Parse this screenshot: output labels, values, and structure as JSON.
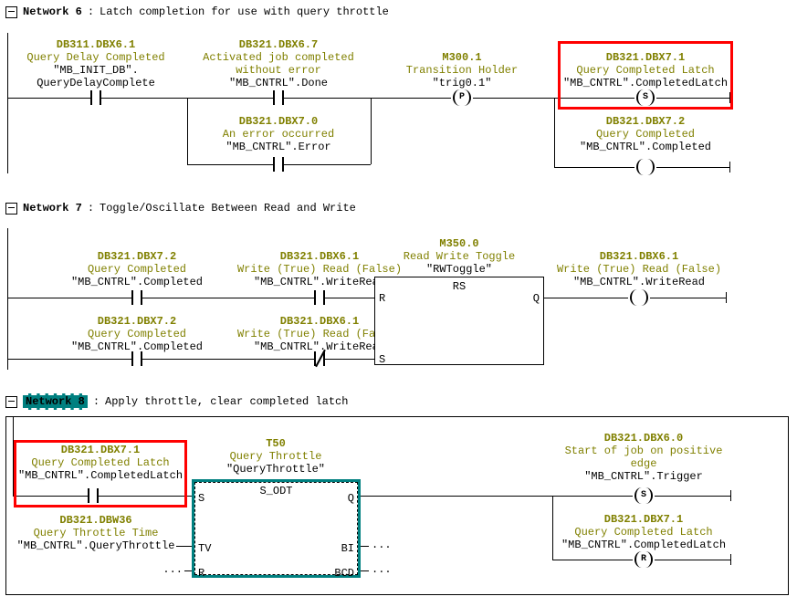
{
  "ui": {
    "colon": ":",
    "dots": "..."
  },
  "colors": {
    "operand": "#808000",
    "selection": "#008080",
    "highlight": "#ff0000",
    "wire": "#000000"
  },
  "networks": {
    "n6": {
      "number": "Network 6",
      "title": "Latch completion for use with query throttle",
      "c1": {
        "addr": "DB311.DBX6.1",
        "cmt1": "Query Delay Completed",
        "sym1": "\"MB_INIT_DB\".",
        "sym2": "QueryDelayComplete"
      },
      "c2": {
        "addr": "DB321.DBX6.7",
        "cmt1": "Activated job completed",
        "cmt2": "without error",
        "sym1": "\"MB_CNTRL\".Done"
      },
      "c3": {
        "addr": "DB321.DBX7.0",
        "cmt1": "An error occurred",
        "sym1": "\"MB_CNTRL\".Error"
      },
      "p": {
        "addr": "M300.1",
        "cmt1": "Transition Holder",
        "sym1": "\"trig0.1\"",
        "letter": "P"
      },
      "s": {
        "addr": "DB321.DBX7.1",
        "cmt1": "Query Completed Latch",
        "sym1": "\"MB_CNTRL\".CompletedLatch",
        "letter": "S"
      },
      "out": {
        "addr": "DB321.DBX7.2",
        "cmt1": "Query Completed",
        "sym1": "\"MB_CNTRL\".Completed",
        "letter": ""
      }
    },
    "n7": {
      "number": "Network 7",
      "title": "Toggle/Oscillate Between Read and Write",
      "r1c1": {
        "addr": "DB321.DBX7.2",
        "cmt1": "Query Completed",
        "sym1": "\"MB_CNTRL\".Completed"
      },
      "r1c2": {
        "addr": "DB321.DBX6.1",
        "cmt1": "Write (True) Read (False)",
        "sym1": "\"MB_CNTRL\".WriteRead"
      },
      "r2c1": {
        "addr": "DB321.DBX7.2",
        "cmt1": "Query Completed",
        "sym1": "\"MB_CNTRL\".Completed"
      },
      "r2c2": {
        "addr": "DB321.DBX6.1",
        "cmt1": "Write (True) Read (False)",
        "sym1": "\"MB_CNTRL\".WriteRead"
      },
      "block": {
        "addr": "M350.0",
        "cmt1": "Read Write Toggle",
        "sym1": "\"RWToggle\"",
        "type": "RS",
        "pin_r": "R",
        "pin_s": "S",
        "pin_q": "Q"
      },
      "out": {
        "addr": "DB321.DBX6.1",
        "cmt1": "Write (True) Read (False)",
        "sym1": "\"MB_CNTRL\".WriteRead",
        "letter": ""
      }
    },
    "n8": {
      "number": "Network 8",
      "title": "Apply throttle, clear completed latch",
      "c1": {
        "addr": "DB321.DBX7.1",
        "cmt1": "Query Completed Latch",
        "sym1": "\"MB_CNTRL\".CompletedLatch"
      },
      "tv": {
        "addr": "DB321.DBW36",
        "cmt1": "Query Throttle Time",
        "sym1": "\"MB_CNTRL\".QueryThrottle"
      },
      "block": {
        "addr": "T50",
        "cmt1": "Query Throttle",
        "sym1": "\"QueryThrottle\"",
        "type": "S_ODT",
        "pin_s": "S",
        "pin_tv": "TV",
        "pin_r": "R",
        "pin_q": "Q",
        "pin_bi": "BI",
        "pin_bcd": "BCD"
      },
      "s": {
        "addr": "DB321.DBX6.0",
        "cmt1": "Start of job on positive",
        "cmt2": "edge",
        "sym1": "\"MB_CNTRL\".Trigger",
        "letter": "S"
      },
      "r": {
        "addr": "DB321.DBX7.1",
        "cmt1": "Query Completed Latch",
        "sym1": "\"MB_CNTRL\".CompletedLatch",
        "letter": "R"
      }
    }
  }
}
